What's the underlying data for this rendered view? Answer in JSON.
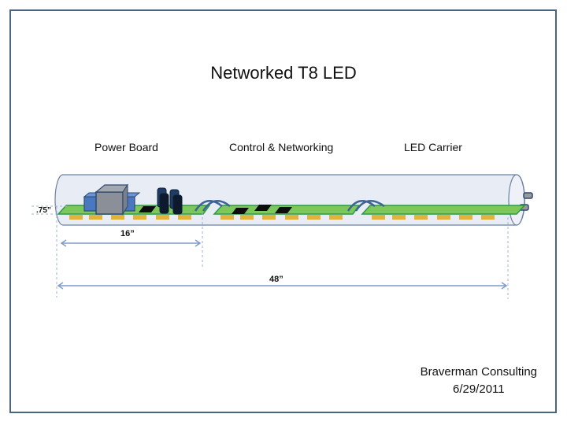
{
  "slide": {
    "title": "Networked T8 LED",
    "sections": [
      {
        "label": "Power Board"
      },
      {
        "label": "Control & Networking"
      },
      {
        "label": "LED Carrier"
      }
    ],
    "dimensions": {
      "height": ".75”",
      "power_board_length": "16”",
      "tube_length": "48”"
    },
    "credit": {
      "author": "Braverman Consulting",
      "date": "6/29/2011"
    },
    "colors": {
      "frame": "#4a6580",
      "tube_fill": "#e8ecf5",
      "tube_stroke": "#6c7fa0",
      "board": "#7cc85a",
      "board_edge": "#2a9a4a",
      "pad": "#e0b43a",
      "chip": "#0d0d0d",
      "arrow": "#7f9cc8",
      "cap": "#1f3c66",
      "transformer": "#8a8f98",
      "coil": "#4a78c0"
    }
  }
}
